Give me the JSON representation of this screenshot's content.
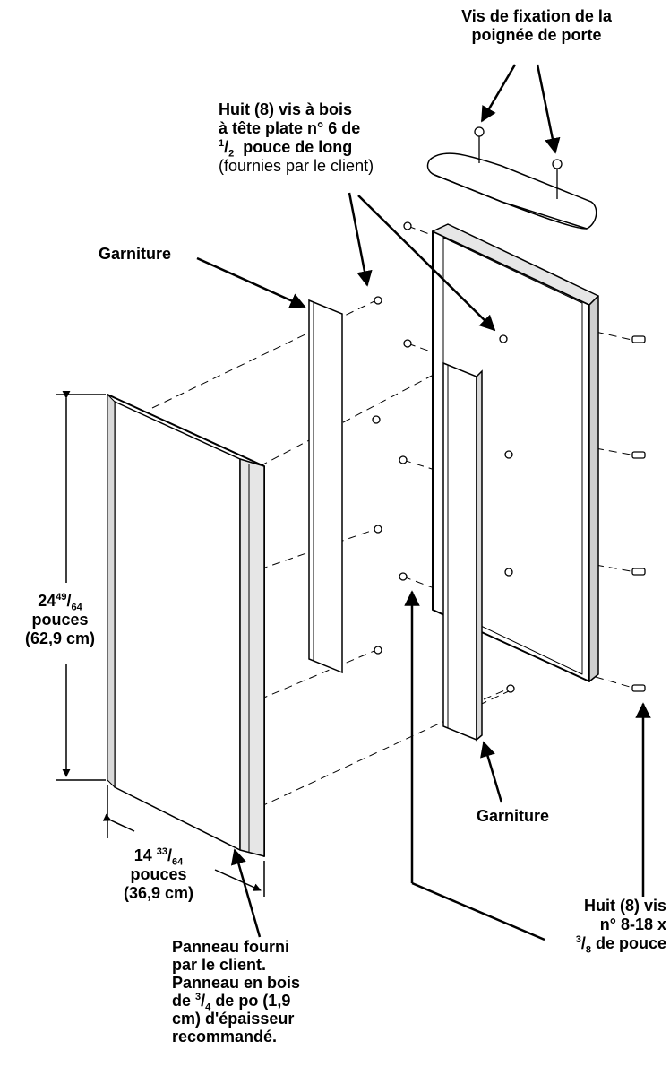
{
  "labels": {
    "door_handle_screws": [
      "Vis de fixation de la",
      "poignée de porte"
    ],
    "wood_screws": {
      "line1": "Huit (8) vis à bois",
      "line2": "à tête plate n° 6 de",
      "line3_frac_num": "1",
      "line3_frac_den": "2",
      "line3_text": "pouce de long",
      "line4": "(fournies par le client)"
    },
    "trim_left": "Garniture",
    "trim_bottom": "Garniture",
    "height_dim": {
      "whole": "24",
      "frac_num": "49",
      "frac_den": "64",
      "unit": "pouces",
      "metric": "(62,9 cm)"
    },
    "width_dim": {
      "whole": "14",
      "frac_num": "33",
      "frac_den": "64",
      "unit": "pouces",
      "metric": "(36,9 cm)"
    },
    "panel_note": {
      "line1": "Panneau fourni",
      "line2": "par le client.",
      "line3": "Panneau en bois",
      "line4_pre": "de",
      "line4_num": "3",
      "line4_den": "4",
      "line4_post": "de po (1,9",
      "line5": "cm) d'épaisseur",
      "line6": "recommandé."
    },
    "machine_screws": {
      "line1": "Huit (8) vis",
      "line2": "n° 8-18 x",
      "line3_num": "3",
      "line3_den": "8",
      "line3_post": "de pouce"
    }
  }
}
